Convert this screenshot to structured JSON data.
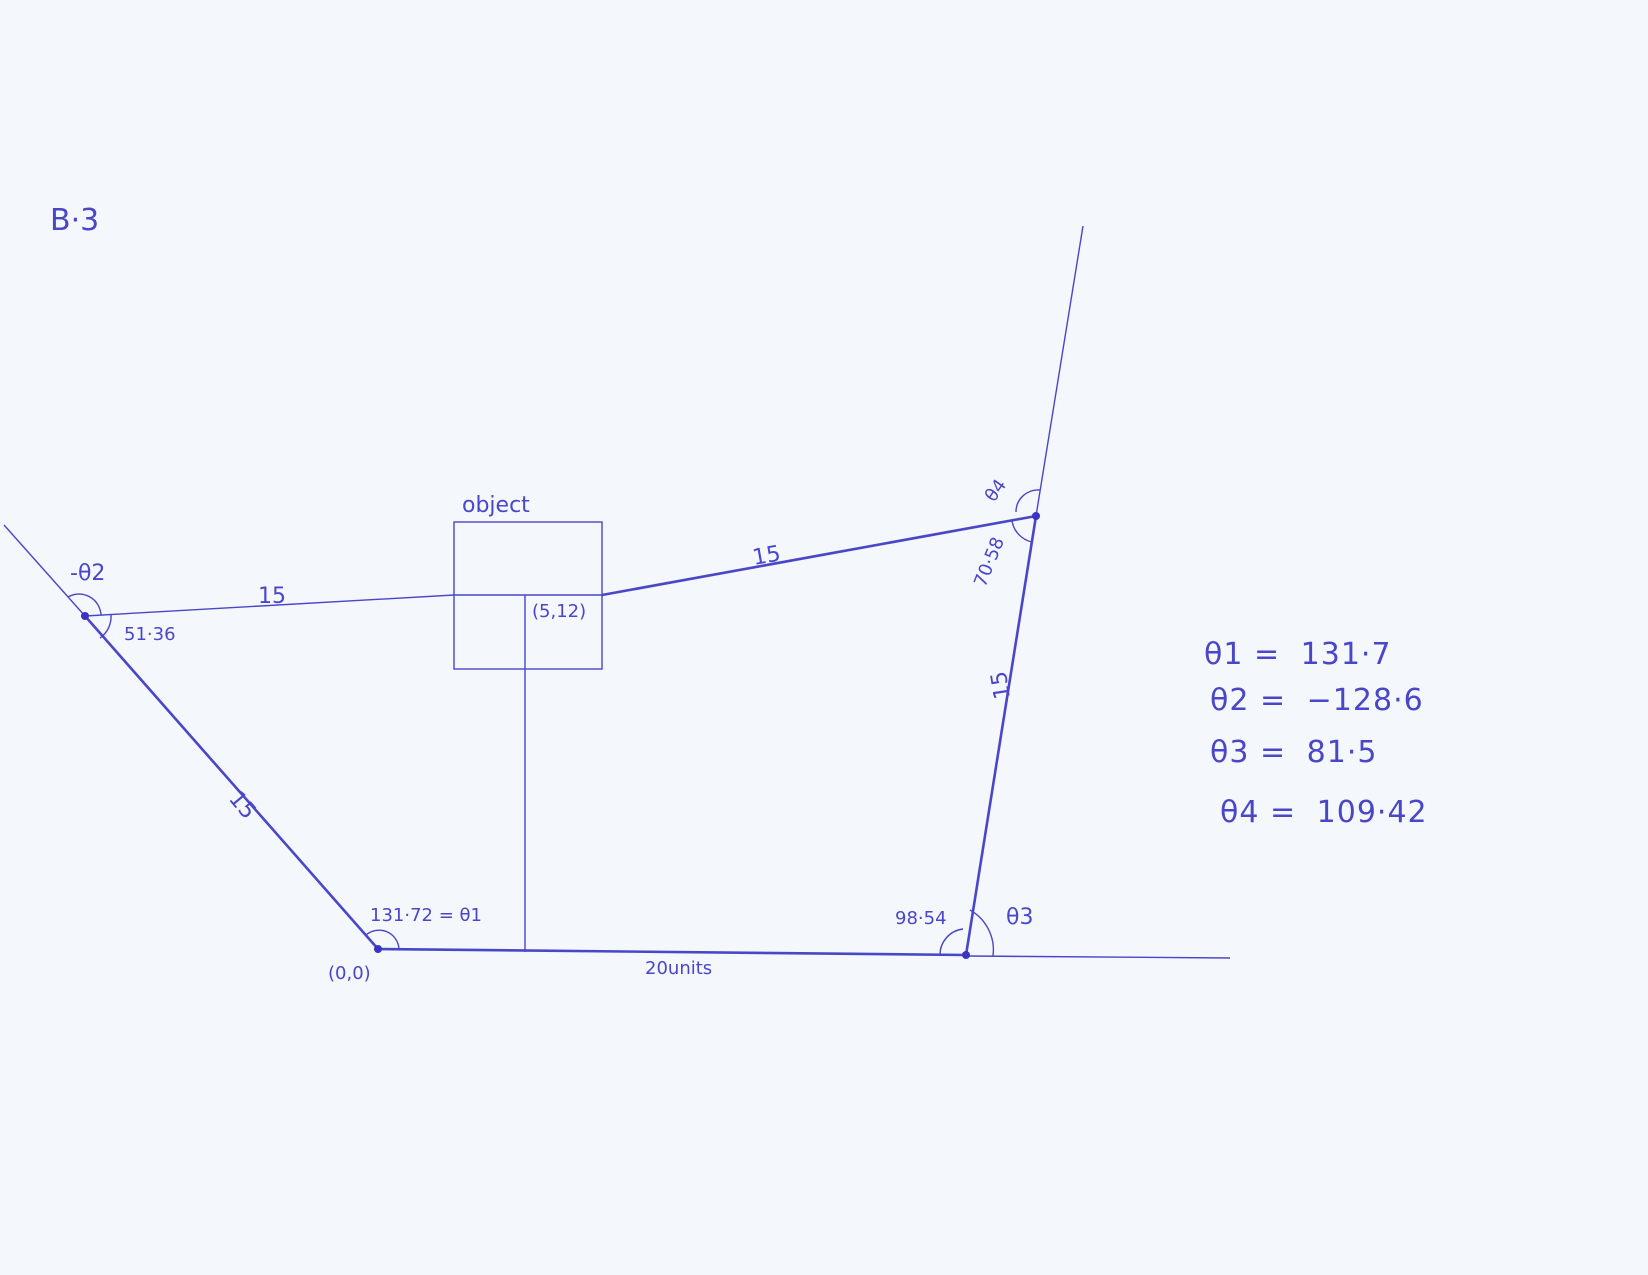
{
  "page_label": "B·3",
  "object_label": "object",
  "object_point": "(5,12)",
  "origin_label": "(0,0)",
  "base_label": "20units",
  "link_length": "15",
  "angles": {
    "left_vertex_angle": "51·36",
    "left_theta": "-θ2",
    "origin_angle": "131·72 = θ1",
    "right_base_angle": "98·54",
    "right_base_theta": "θ3",
    "top_right_angle": "70·58",
    "top_right_theta": "θ4"
  },
  "results": [
    {
      "lhs": "θ1 =",
      "rhs": "131·7"
    },
    {
      "lhs": "θ2 =",
      "rhs": "−128·6"
    },
    {
      "lhs": "θ3 =",
      "rhs": "81·5"
    },
    {
      "lhs": "θ4 =",
      "rhs": "109·42"
    }
  ],
  "colors": {
    "ink": "#4a46c8",
    "paper": "#f4f7fc"
  }
}
